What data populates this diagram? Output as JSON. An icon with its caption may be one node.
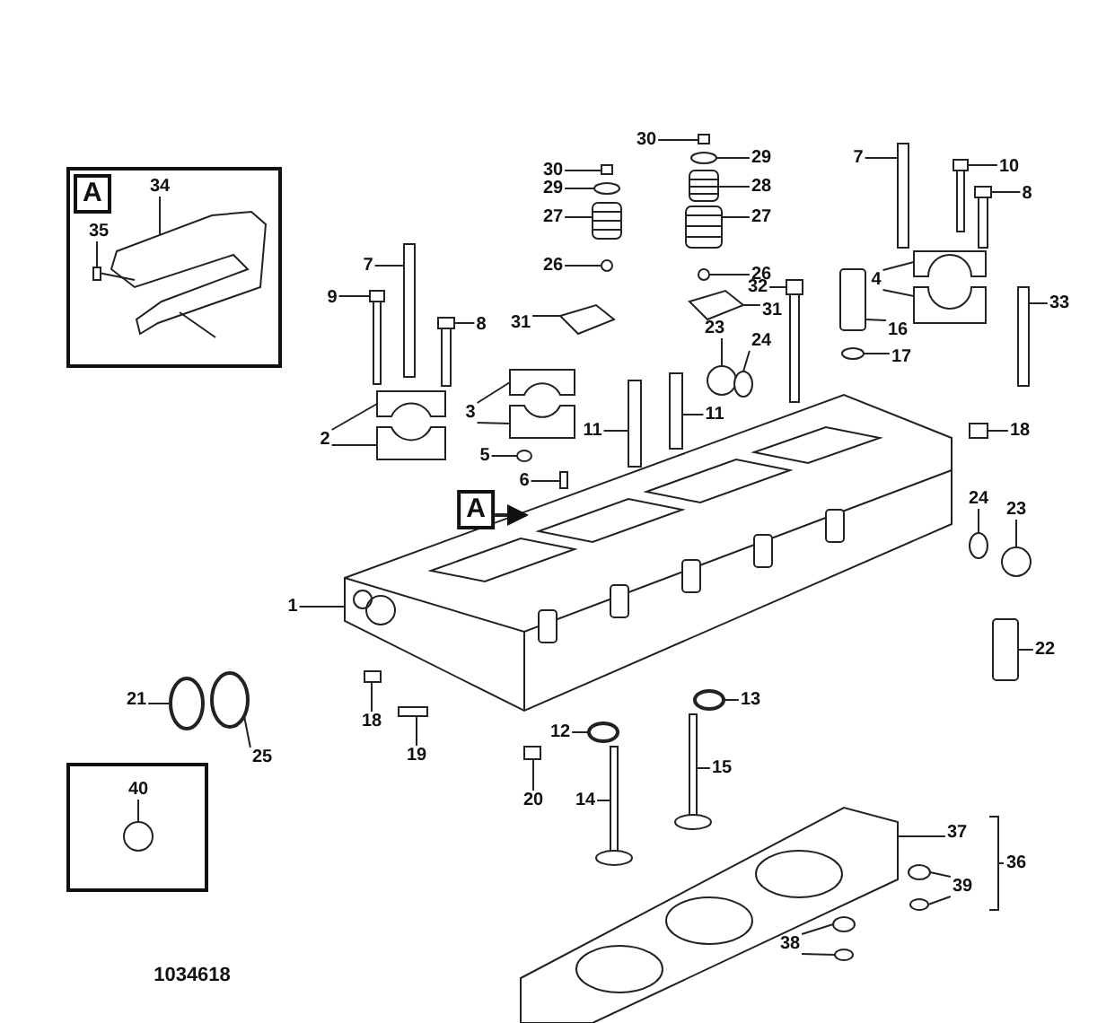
{
  "diagram": {
    "nodes": [
      {
        "text": [
          "A"
        ]
      },
      {
        "text": [
          "34"
        ],
        "in": 0
      },
      {
        "text": [
          "35"
        ],
        "in": 0
      },
      {
        "text": [
          "30"
        ]
      },
      {
        "text": [
          "29"
        ]
      },
      {
        "text": [
          "30"
        ]
      },
      {
        "text": [
          "28"
        ]
      },
      {
        "text": [
          "29"
        ]
      },
      {
        "text": [
          "27"
        ]
      },
      {
        "text": [
          "27"
        ]
      },
      {
        "text": [
          "7"
        ]
      },
      {
        "text": [
          "10"
        ]
      },
      {
        "text": [
          "8"
        ]
      },
      {
        "text": [
          "26"
        ]
      },
      {
        "text": [
          "7"
        ]
      },
      {
        "text": [
          "26"
        ]
      },
      {
        "text": [
          "4"
        ]
      },
      {
        "text": [
          "32"
        ]
      },
      {
        "text": [
          "9"
        ]
      },
      {
        "text": [
          "33"
        ]
      },
      {
        "text": [
          "16"
        ]
      },
      {
        "text": [
          "31"
        ]
      },
      {
        "text": [
          "8"
        ]
      },
      {
        "text": [
          "31"
        ]
      },
      {
        "text": [
          "23"
        ]
      },
      {
        "text": [
          "24"
        ]
      },
      {
        "text": [
          "17"
        ]
      },
      {
        "text": [
          "3"
        ]
      },
      {
        "text": [
          "11"
        ]
      },
      {
        "text": [
          "18"
        ]
      },
      {
        "text": [
          "11"
        ]
      },
      {
        "text": [
          "2"
        ]
      },
      {
        "text": [
          "5"
        ]
      },
      {
        "text": [
          "6"
        ]
      },
      {
        "text": [
          "A"
        ]
      },
      {
        "text": [
          "24"
        ]
      },
      {
        "text": [
          "23"
        ]
      },
      {
        "text": [
          "1"
        ]
      },
      {
        "text": [
          "22"
        ]
      },
      {
        "text": [
          "21"
        ]
      },
      {
        "text": [
          "13"
        ]
      },
      {
        "text": [
          "18"
        ]
      },
      {
        "text": [
          "12"
        ]
      },
      {
        "text": [
          "19"
        ]
      },
      {
        "text": [
          "25"
        ]
      },
      {
        "text": [
          "15"
        ]
      },
      {
        "text": [],
        "shape": "box"
      },
      {
        "text": [
          "40"
        ],
        "in": 46
      },
      {
        "text": [
          "20"
        ]
      },
      {
        "text": [
          "14"
        ]
      },
      {
        "text": [
          "37"
        ]
      },
      {
        "text": [
          "39"
        ]
      },
      {
        "text": [
          "38"
        ]
      },
      {
        "text": [],
        "shape": "picture",
        "in": 0
      },
      {
        "text": [],
        "shape": "picture",
        "in": 0
      },
      {
        "text": [],
        "shape": "box"
      },
      {
        "text": [],
        "shape": "circle"
      },
      {
        "text": [],
        "shape": "box"
      },
      {
        "text": [],
        "shape": "picture"
      },
      {
        "text": [],
        "shape": "circle"
      },
      {
        "text": [],
        "shape": "picture"
      },
      {
        "text": [],
        "shape": "picture"
      },
      {
        "text": [],
        "shape": "box"
      },
      {
        "text": [],
        "shape": "picture"
      },
      {
        "text": [],
        "shape": "picture"
      },
      {
        "text": [],
        "shape": "circle"
      },
      {
        "text": [],
        "shape": "box"
      },
      {
        "text": [],
        "shape": "circle"
      },
      {
        "text": [],
        "shape": "box"
      },
      {
        "text": [],
        "shape": "box"
      },
      {
        "text": [],
        "shape": "picture"
      },
      {
        "text": [],
        "shape": "picture"
      },
      {
        "text": [],
        "shape": "box"
      },
      {
        "text": [],
        "shape": "box"
      },
      {
        "text": [],
        "shape": "picture"
      },
      {
        "text": [],
        "shape": "picture"
      },
      {
        "text": [],
        "shape": "picture"
      },
      {
        "text": [],
        "shape": "circle"
      },
      {
        "text": [],
        "shape": "circle"
      },
      {
        "text": [],
        "shape": "circle"
      },
      {
        "text": [],
        "shape": "box"
      },
      {
        "text": [],
        "shape": "box"
      },
      {
        "text": [],
        "shape": "box"
      },
      {
        "text": [],
        "shape": "box"
      },
      {
        "text": [],
        "shape": "box"
      },
      {
        "text": [],
        "shape": "box"
      },
      {
        "text": [],
        "shape": "box"
      },
      {
        "text": [],
        "shape": "circle"
      },
      {
        "text": [],
        "shape": "box"
      },
      {
        "text": [],
        "shape": "picture"
      },
      {
        "text": [],
        "shape": "circle"
      },
      {
        "text": [],
        "shape": "circle"
      },
      {
        "text": [],
        "shape": "box"
      },
      {
        "text": [],
        "shape": "circle"
      },
      {
        "text": [],
        "shape": "circle"
      },
      {
        "text": [],
        "shape": "box"
      },
      {
        "text": [],
        "shape": "circle"
      },
      {
        "text": [],
        "shape": "box"
      },
      {
        "text": [],
        "shape": "circle"
      },
      {
        "text": [],
        "shape": "picture"
      },
      {
        "text": [],
        "shape": "circle",
        "in": 46
      },
      {
        "text": [],
        "shape": "box"
      },
      {
        "text": [],
        "shape": "picture"
      },
      {
        "text": [],
        "shape": "picture"
      },
      {
        "text": [],
        "shape": "circle"
      },
      {
        "text": [],
        "shape": "circle"
      },
      {
        "text": [],
        "shape": "circle"
      },
      {
        "text": [],
        "shape": "circle"
      }
    ],
    "edges": [
      {
        "from": 1,
        "to": 53,
        "arrow": "none"
      },
      {
        "from": 2,
        "to": 54,
        "arrow": "none"
      },
      {
        "from": 3,
        "to": 55,
        "arrow": "none"
      },
      {
        "from": 4,
        "to": 56,
        "arrow": "none"
      },
      {
        "from": 5,
        "to": 57,
        "arrow": "none"
      },
      {
        "from": 6,
        "to": 58,
        "arrow": "none"
      },
      {
        "from": 7,
        "to": 59,
        "arrow": "none"
      },
      {
        "from": 8,
        "to": 60,
        "arrow": "none"
      },
      {
        "from": 9,
        "to": 61,
        "arrow": "none"
      },
      {
        "from": 10,
        "to": 62,
        "arrow": "none"
      },
      {
        "from": 11,
        "to": 63,
        "arrow": "none"
      },
      {
        "from": 12,
        "to": 64,
        "arrow": "none"
      },
      {
        "from": 13,
        "to": 65,
        "arrow": "none"
      },
      {
        "from": 14,
        "to": 66,
        "arrow": "none"
      },
      {
        "from": 15,
        "to": 67,
        "arrow": "none"
      },
      {
        "from": 16,
        "to": 68,
        "arrow": "none"
      },
      {
        "from": 16,
        "to": 69,
        "arrow": "none"
      },
      {
        "from": 17,
        "to": 70,
        "arrow": "none"
      },
      {
        "from": 18,
        "to": 71,
        "arrow": "none"
      },
      {
        "from": 19,
        "to": 72,
        "arrow": "none"
      },
      {
        "from": 20,
        "to": 73,
        "arrow": "none"
      },
      {
        "from": 21,
        "to": 74,
        "arrow": "none"
      },
      {
        "from": 22,
        "to": 75,
        "arrow": "none"
      },
      {
        "from": 23,
        "to": 76,
        "arrow": "none"
      },
      {
        "from": 24,
        "to": 77,
        "arrow": "none"
      },
      {
        "from": 25,
        "to": 78,
        "arrow": "none"
      },
      {
        "from": 26,
        "to": 79,
        "arrow": "none"
      },
      {
        "from": 27,
        "to": 80,
        "arrow": "none"
      },
      {
        "from": 27,
        "to": 81,
        "arrow": "none"
      },
      {
        "from": 28,
        "to": 82,
        "arrow": "none"
      },
      {
        "from": 29,
        "to": 83,
        "arrow": "none"
      },
      {
        "from": 30,
        "to": 84,
        "arrow": "none"
      },
      {
        "from": 31,
        "to": 85,
        "arrow": "none"
      },
      {
        "from": 31,
        "to": 86,
        "arrow": "none"
      },
      {
        "from": 32,
        "to": 87,
        "arrow": "none"
      },
      {
        "from": 33,
        "to": 88,
        "arrow": "none"
      },
      {
        "from": 34,
        "to": 89,
        "arrow": "to"
      },
      {
        "from": 35,
        "to": 90,
        "arrow": "none"
      },
      {
        "from": 36,
        "to": 91,
        "arrow": "none"
      },
      {
        "from": 37,
        "to": 89,
        "arrow": "none"
      },
      {
        "from": 38,
        "to": 92,
        "arrow": "none"
      },
      {
        "from": 39,
        "to": 93,
        "arrow": "none"
      },
      {
        "from": 40,
        "to": 94,
        "arrow": "none"
      },
      {
        "from": 41,
        "to": 95,
        "arrow": "none"
      },
      {
        "from": 42,
        "to": 96,
        "arrow": "none"
      },
      {
        "from": 43,
        "to": 97,
        "arrow": "none"
      },
      {
        "from": 44,
        "to": 98,
        "arrow": "none"
      },
      {
        "from": 45,
        "to": 99,
        "arrow": "none"
      },
      {
        "from": 47,
        "to": 100,
        "arrow": "none"
      },
      {
        "from": 48,
        "to": 101,
        "arrow": "none"
      },
      {
        "from": 49,
        "to": 102,
        "arrow": "none"
      },
      {
        "from": 50,
        "to": 103,
        "arrow": "none"
      },
      {
        "from": 51,
        "to": 104,
        "arrow": "none"
      },
      {
        "from": 51,
        "to": 105,
        "arrow": "none"
      },
      {
        "from": 52,
        "to": 106,
        "arrow": "none"
      },
      {
        "from": 52,
        "to": 107,
        "arrow": "none"
      }
    ],
    "labels": [
      "36",
      "1034618"
    ]
  }
}
